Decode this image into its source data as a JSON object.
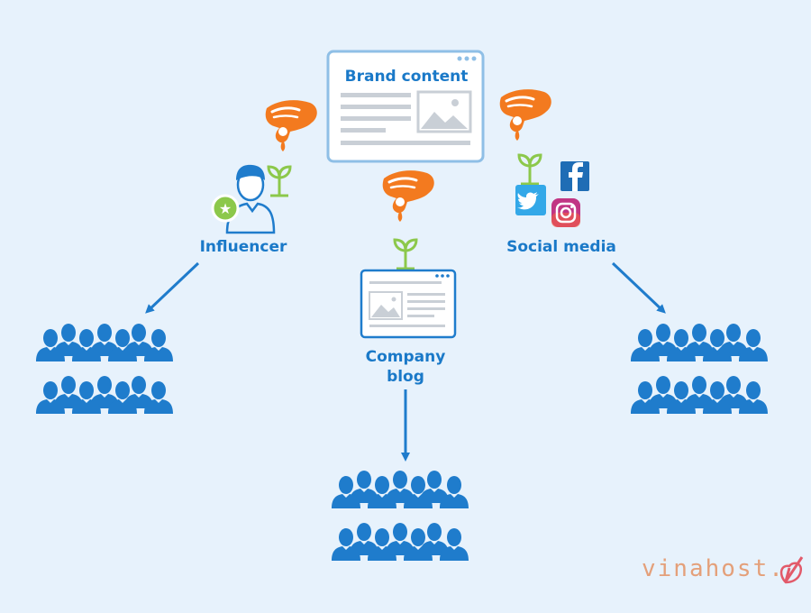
{
  "brand_content": {
    "title": "Brand content"
  },
  "channels": {
    "influencer": "Influencer",
    "social_media": "Social media",
    "company_blog_line1": "Company",
    "company_blog_line2": "blog"
  },
  "watermark": {
    "text": "vinahost."
  },
  "colors": {
    "background": "#e7f2fc",
    "primary_blue": "#1a79c8",
    "people_blue": "#1f7ccc",
    "hand_orange": "#f37a1f",
    "sprout_green": "#8cc84b",
    "card_white": "#ffffff",
    "card_border": "#8fbfe6"
  },
  "icons": [
    "hand-icon",
    "sprout-icon",
    "person-icon",
    "star-badge-icon",
    "facebook-icon",
    "twitter-icon",
    "instagram-icon",
    "image-placeholder-icon",
    "arrow-icon",
    "audience-icon"
  ]
}
